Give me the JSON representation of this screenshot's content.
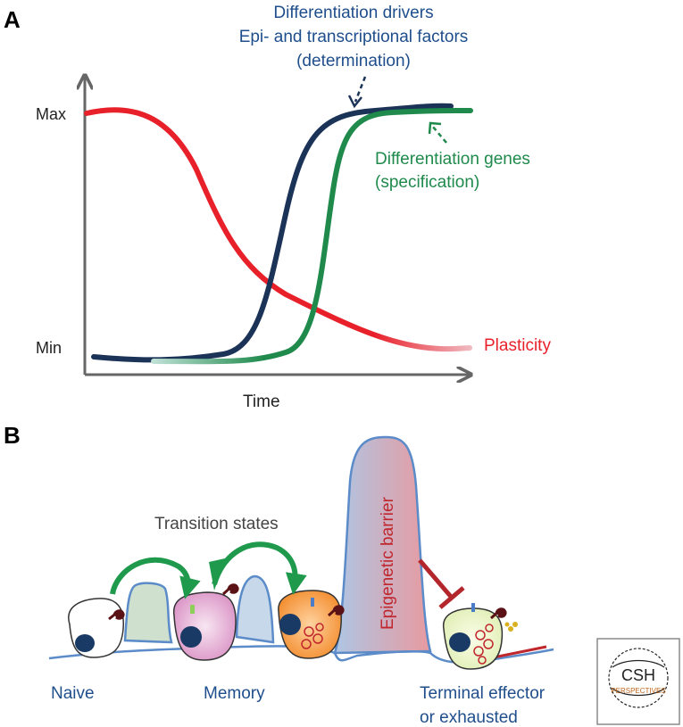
{
  "panel_a": {
    "letter": "A",
    "y_max_label": "Max",
    "y_min_label": "Min",
    "x_axis_label": "Time",
    "drivers_label": [
      "Differentiation drivers",
      "Epi- and transcriptional factors",
      "(determination)"
    ],
    "genes_label": [
      "Differentiation genes",
      "(specification)"
    ],
    "plasticity_label": "Plasticity"
  },
  "panel_b": {
    "letter": "B",
    "transition_label": "Transition states",
    "barrier_label": "Epigenetic barrier",
    "naive_label": "Naive",
    "memory_label": "Memory",
    "terminal_label": [
      "Terminal effector",
      "or exhausted"
    ]
  },
  "logo": {
    "text_main": "CSH",
    "text_sub": "PERSPECTIVES"
  },
  "colors": {
    "drivers": "#1c3358",
    "genes": "#1f8a4c",
    "plasticity": "#e8202a",
    "barrier_text": "#c0272d",
    "axis": "#666666",
    "text_blue": "#1f4e8c",
    "inhibit": "#b3262c"
  }
}
